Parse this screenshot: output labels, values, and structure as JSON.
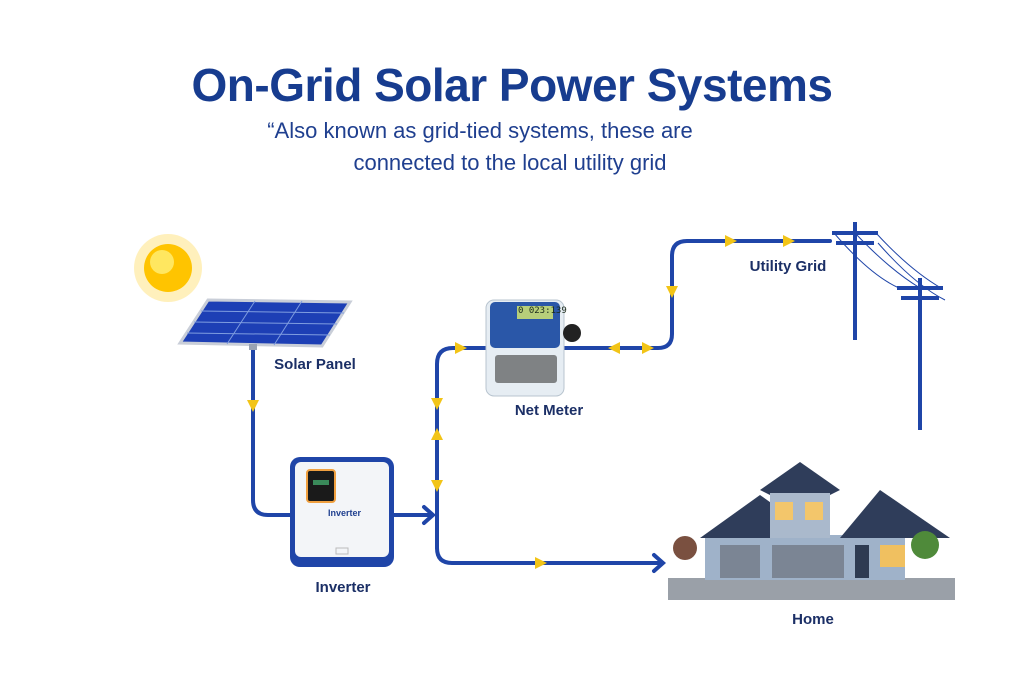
{
  "title": "On-Grid Solar Power Systems",
  "subtitle": [
    "“Also known as grid-tied systems, these are",
    "connected to the local utility grid"
  ],
  "labels": {
    "solar_panel": "Solar Panel",
    "inverter": "Inverter",
    "net_meter": "Net Meter",
    "utility_grid": "Utility Grid",
    "home": "Home"
  },
  "inverter_brand": "Inverter",
  "meter_display": "0 023:139",
  "colors": {
    "line": "#1f45a8",
    "arrow": "#f2c417",
    "title": "#173c8f"
  }
}
